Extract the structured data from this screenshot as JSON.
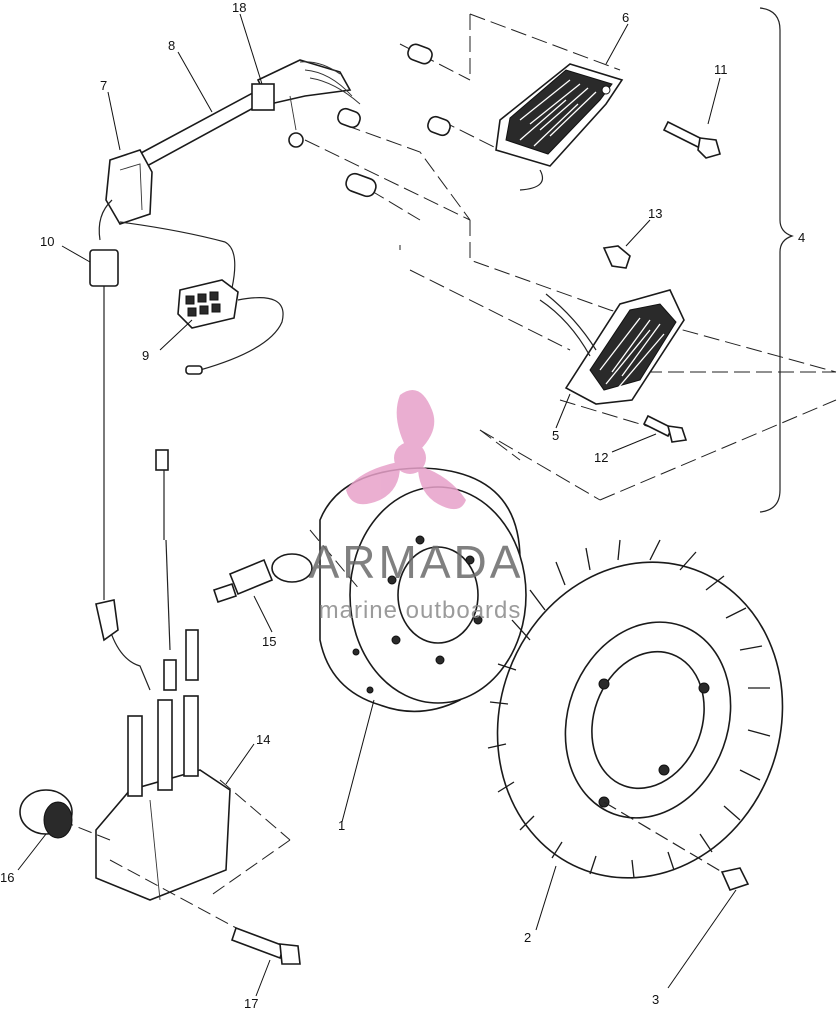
{
  "labels": {
    "l1": "1",
    "l2": "2",
    "l3": "3",
    "l4": "4",
    "l5": "5",
    "l6": "6",
    "l7": "7",
    "l8": "8",
    "l9": "9",
    "l10": "10",
    "l11": "11",
    "l12": "12",
    "l13": "13",
    "l14": "14",
    "l15": "15",
    "l16": "16",
    "l17": "17",
    "l18": "18"
  },
  "watermark": {
    "title": "ARMADA",
    "subtitle": "marine outboards",
    "color": "#e7a1c9"
  }
}
